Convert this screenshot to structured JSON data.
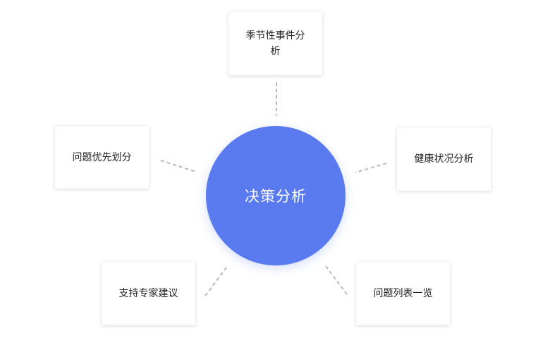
{
  "center": {
    "label": "决策分析",
    "color": "#5a7af0"
  },
  "nodes": [
    {
      "label": "季节性事件分析"
    },
    {
      "label": "问题优先划分"
    },
    {
      "label": "健康状况分析"
    },
    {
      "label": "支持专家建议"
    },
    {
      "label": "问题列表一览"
    }
  ],
  "connector_color": "#b9b9b9"
}
